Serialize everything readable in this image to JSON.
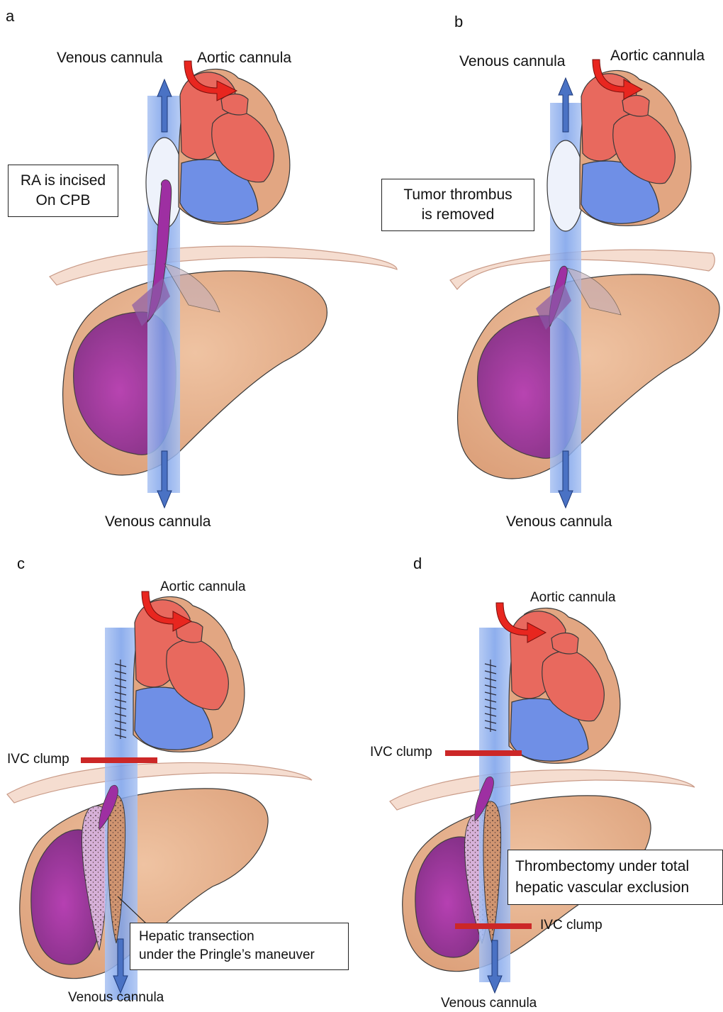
{
  "colors": {
    "vein": "#6d95e8",
    "vein_light": "#c9d8f6",
    "atrium": "#6f8fe6",
    "artery": "#e8695e",
    "artery_dark": "#d2463c",
    "liver": "#e3aa80",
    "tumor": "#9a2f9a",
    "arrow_blue": "#4a72c4",
    "arrow_red": "#e8261f",
    "clamp": "#cc2727",
    "outline": "#3a3a3a"
  },
  "panels": [
    {
      "letter": "a",
      "labels": {
        "venous_top": "Venous cannula",
        "aortic": "Aortic cannula",
        "venous_bottom": "Venous cannula"
      },
      "box": [
        "RA is incised",
        "On CPB"
      ]
    },
    {
      "letter": "b",
      "labels": {
        "venous_top": "Venous cannula",
        "aortic": "Aortic cannula",
        "venous_bottom": "Venous cannula"
      },
      "box": [
        "Tumor thrombus",
        "is removed"
      ]
    },
    {
      "letter": "c",
      "labels": {
        "aortic": "Aortic cannula",
        "clamp": "IVC clump",
        "venous_bottom": "Venous cannula"
      },
      "box": [
        "Hepatic transection",
        "under the Pringle’s maneuver"
      ]
    },
    {
      "letter": "d",
      "labels": {
        "aortic": "Aortic cannula",
        "clamp_top": "IVC clump",
        "clamp_bottom": "IVC clump",
        "venous_bottom": "Venous cannula"
      },
      "box": [
        "Thrombectomy under total",
        "hepatic vascular exclusion"
      ]
    }
  ]
}
